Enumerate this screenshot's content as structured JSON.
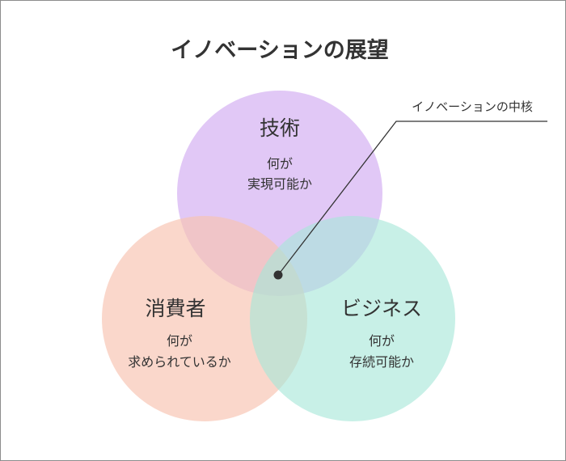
{
  "title": "イノベーションの展望",
  "colors": {
    "technology": "#d9b8f3",
    "consumer": "#f7c4b2",
    "business": "#a6e6d8",
    "text": "#333333",
    "leader": "#333333"
  },
  "circles": {
    "technology": {
      "label": "技術",
      "line1": "何が",
      "line2": "実現可能か"
    },
    "consumer": {
      "label": "消費者",
      "line1": "何が",
      "line2": "求められているか"
    },
    "business": {
      "label": "ビジネス",
      "line1": "何が",
      "line2": "存続可能か"
    }
  },
  "callout": {
    "label": "イノベーションの中核"
  }
}
